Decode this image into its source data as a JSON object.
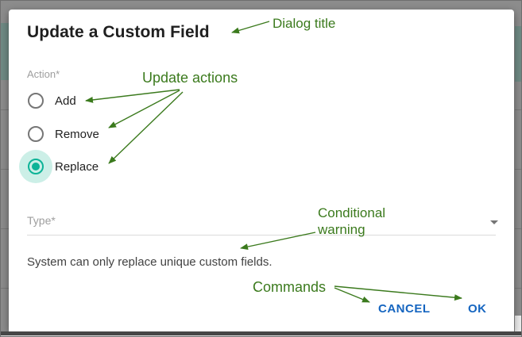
{
  "dialog": {
    "title": "Update a Custom Field",
    "action_field": {
      "label": "Action*",
      "options": [
        {
          "label": "Add",
          "selected": false
        },
        {
          "label": "Remove",
          "selected": false
        },
        {
          "label": "Replace",
          "selected": true
        }
      ]
    },
    "type_field": {
      "label": "Type*",
      "value": ""
    },
    "warning_text": "System can only replace unique custom fields.",
    "commands": {
      "cancel_label": "CANCEL",
      "ok_label": "OK"
    }
  },
  "annotations": {
    "dialog_title_label": "Dialog title",
    "update_actions_label": "Update actions",
    "conditional_warning_line1": "Conditional",
    "conditional_warning_line2": "warning",
    "commands_label": "Commands"
  },
  "colors": {
    "annotation_green": "#3b7a1d",
    "selected_radio_teal": "#0db397",
    "radio_halo_teal": "#ccefe7",
    "button_blue": "#1565c0",
    "backdrop_gray": "#8c8c8c"
  }
}
